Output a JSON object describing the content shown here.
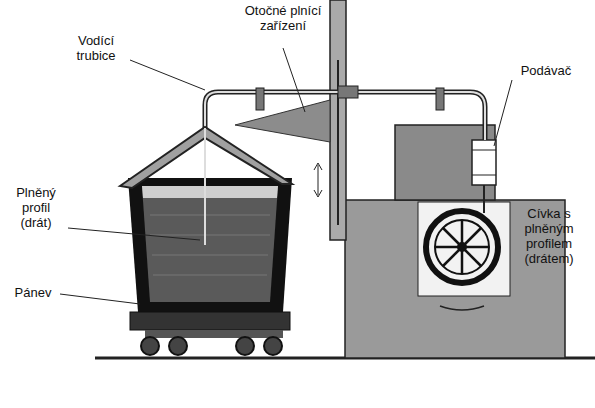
{
  "diagram": {
    "labels": [
      "Otočné plnící zařízení",
      "Vodící trubice",
      "Podávač",
      "Plněný profil (drát)",
      "Pánev",
      "Cívka s plněným profilem (drátem)"
    ]
  }
}
